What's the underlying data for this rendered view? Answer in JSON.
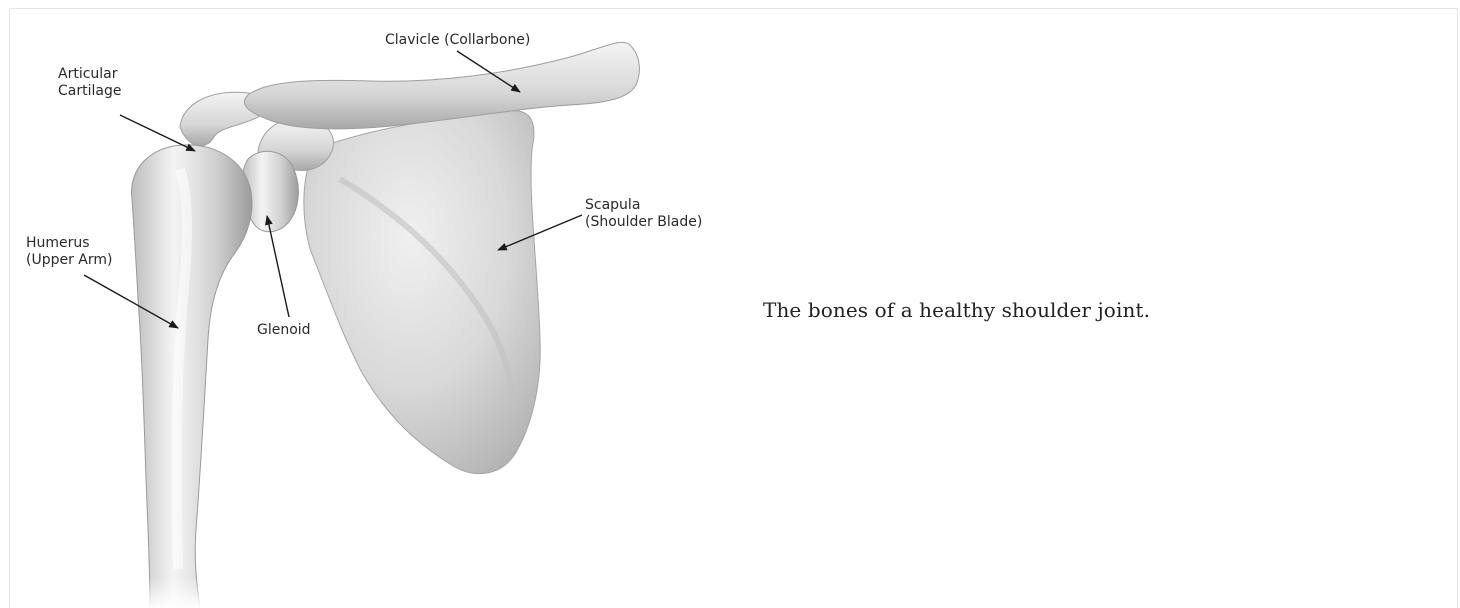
{
  "figure": {
    "labels": {
      "clavicle": "Clavicle (Collarbone)",
      "cartilage_line1": "Articular",
      "cartilage_line2": "Cartilage",
      "scapula_line1": "Scapula",
      "scapula_line2": "(Shoulder Blade)",
      "humerus_line1": "Humerus",
      "humerus_line2": "(Upper Arm)",
      "glenoid": "Glenoid"
    },
    "caption": "The bones of a healthy shoulder joint."
  },
  "colors": {
    "bone_light": "#f2f2f2",
    "bone_mid": "#d2d2d2",
    "bone_dark": "#9a9a9a",
    "label_text": "#2a2a2a",
    "caption_text": "#222222"
  }
}
